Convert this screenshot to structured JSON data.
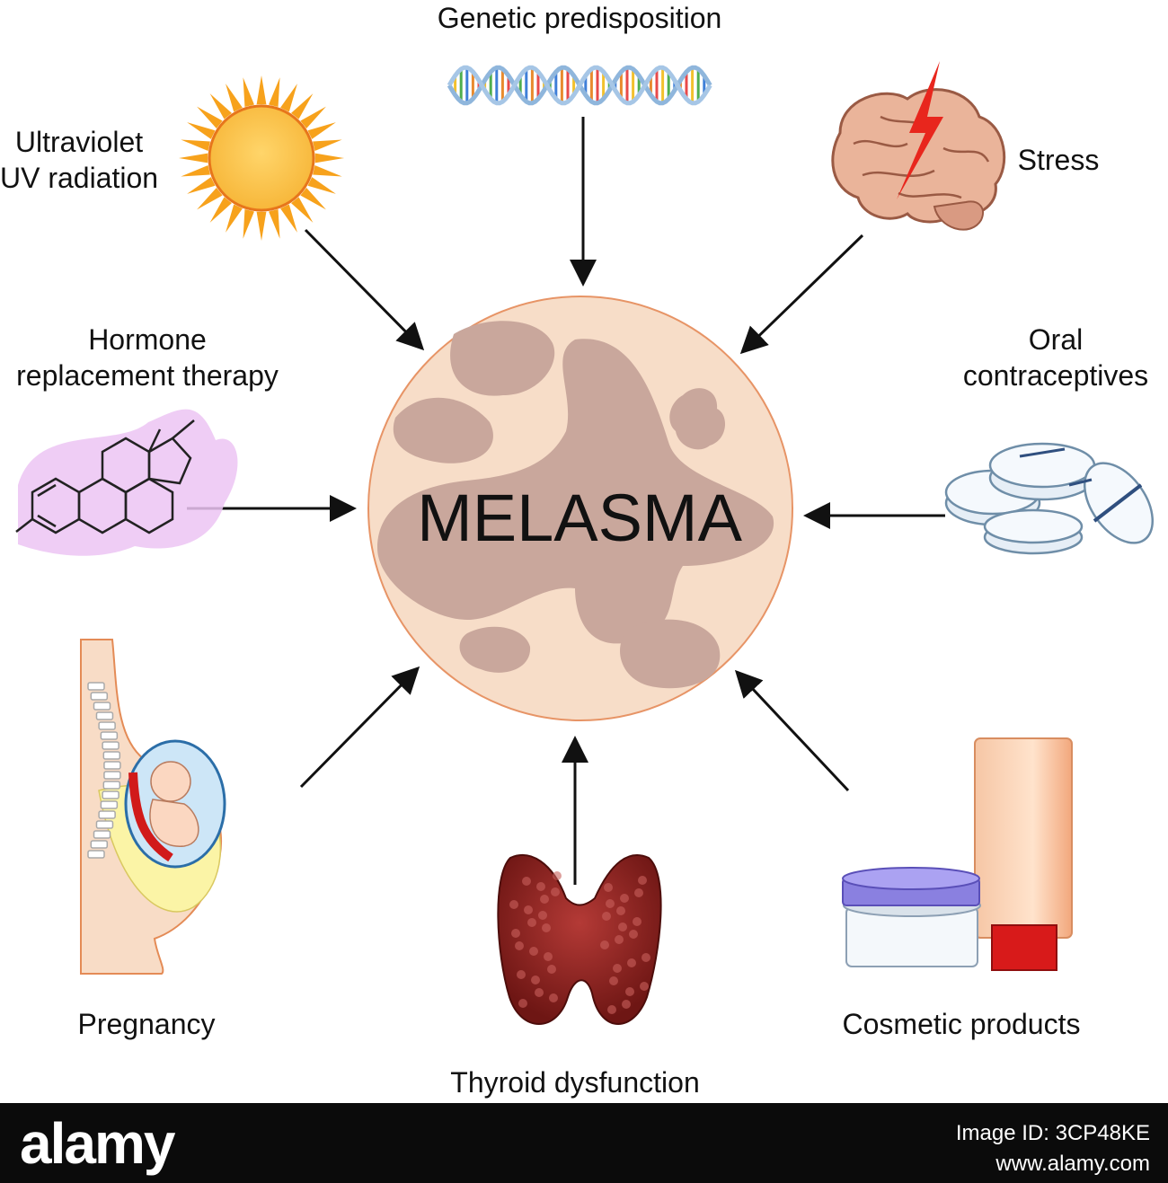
{
  "center": {
    "title": "MELASMA"
  },
  "factors": {
    "genetic": "Genetic predisposition",
    "uv_line1": "Ultraviolet",
    "uv_line2": "UV radiation",
    "stress": "Stress",
    "hormone_line1": "Hormone",
    "hormone_line2": "replacement therapy",
    "oral_line1": "Oral",
    "oral_line2": "contraceptives",
    "pregnancy": "Pregnancy",
    "thyroid": "Thyroid dysfunction",
    "cosmetic": "Cosmetic products"
  },
  "footer": {
    "brand": "alamy",
    "image_id": "Image ID: 3CP48KE",
    "site": "www.alamy.com"
  },
  "colors": {
    "skin": "#f7ddc8",
    "spots": "#c9a79c",
    "arrow": "#111111",
    "footer_bg": "#0b0b0b"
  }
}
